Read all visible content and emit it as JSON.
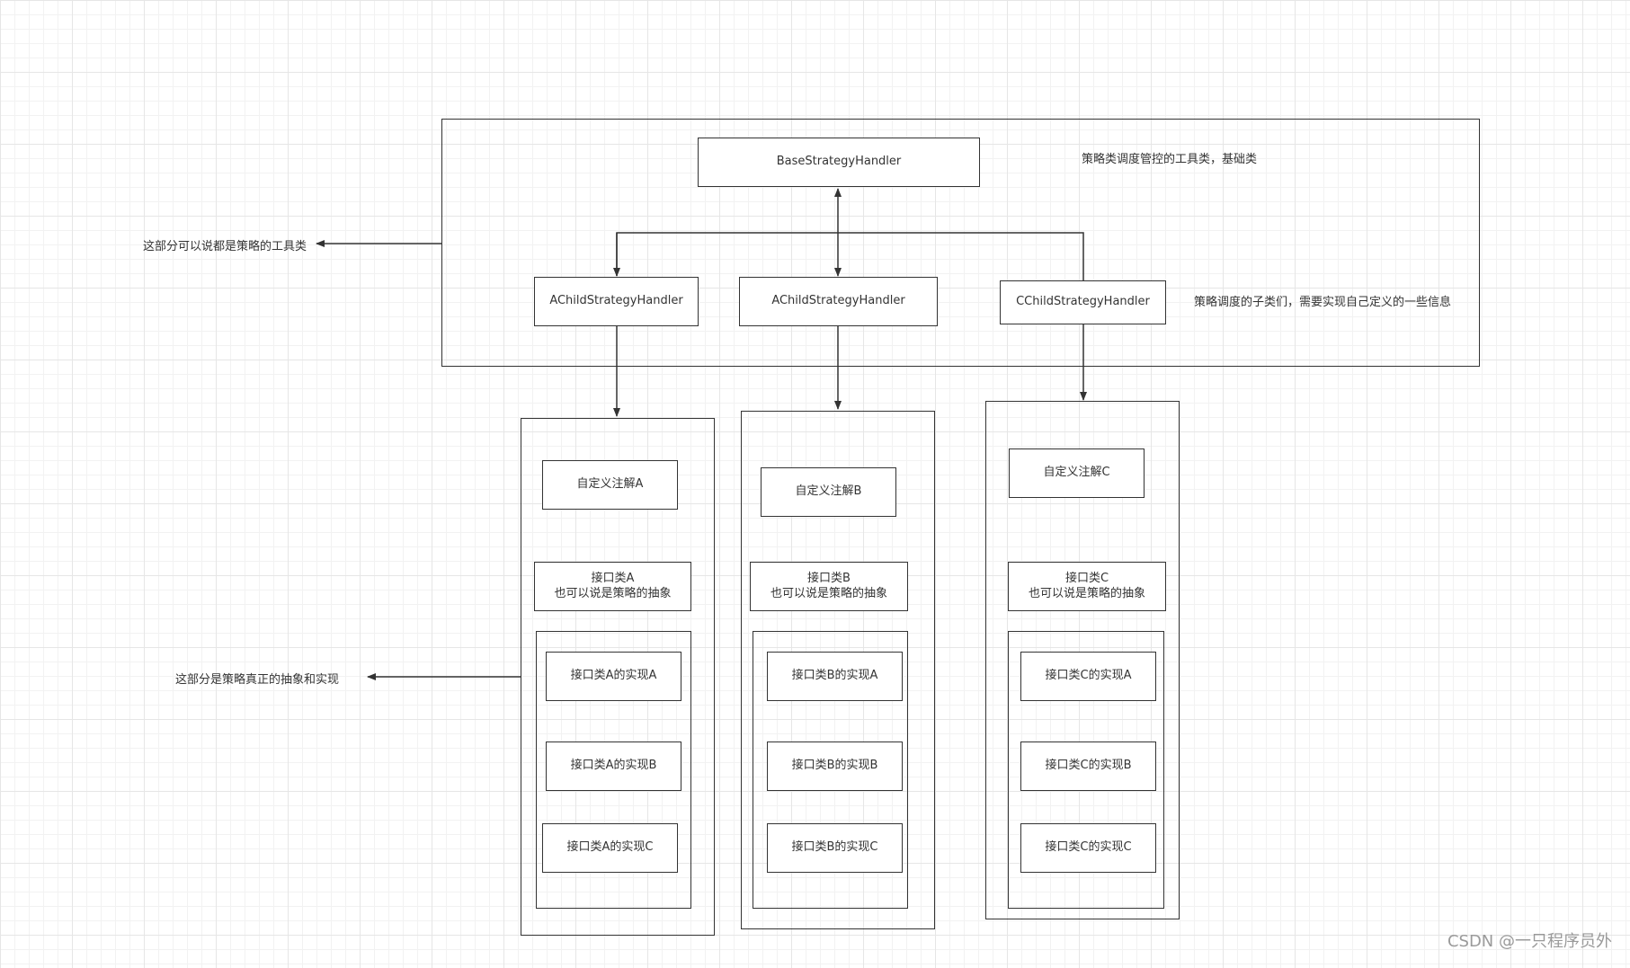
{
  "diagram": {
    "base_node": "BaseStrategyHandler",
    "child_nodes": [
      "AChildStrategyHandler",
      "AChildStrategyHandler",
      "CChildStrategyHandler"
    ],
    "notes": {
      "base_desc": "策略类调度管控的工具类，基础类",
      "child_desc": "策略调度的子类们，需要实现自己定义的一些信息",
      "tool_part": "这部分可以说都是策略的工具类",
      "abstract_part": "这部分是策略真正的抽象和实现"
    },
    "columns": [
      {
        "annotation": "自定义注解A",
        "interface": "接口类A\n也可以说是策略的抽象",
        "impls": [
          "接口类A的实现A",
          "接口类A的实现B",
          "接口类A的实现C"
        ]
      },
      {
        "annotation": "自定义注解B",
        "interface": "接口类B\n也可以说是策略的抽象",
        "impls": [
          "接口类B的实现A",
          "接口类B的实现B",
          "接口类B的实现C"
        ]
      },
      {
        "annotation": "自定义注解C",
        "interface": "接口类C\n也可以说是策略的抽象",
        "impls": [
          "接口类C的实现A",
          "接口类C的实现B",
          "接口类C的实现C"
        ]
      }
    ],
    "stroke_color": "#333333"
  },
  "watermark": "CSDN @一只程序员外"
}
